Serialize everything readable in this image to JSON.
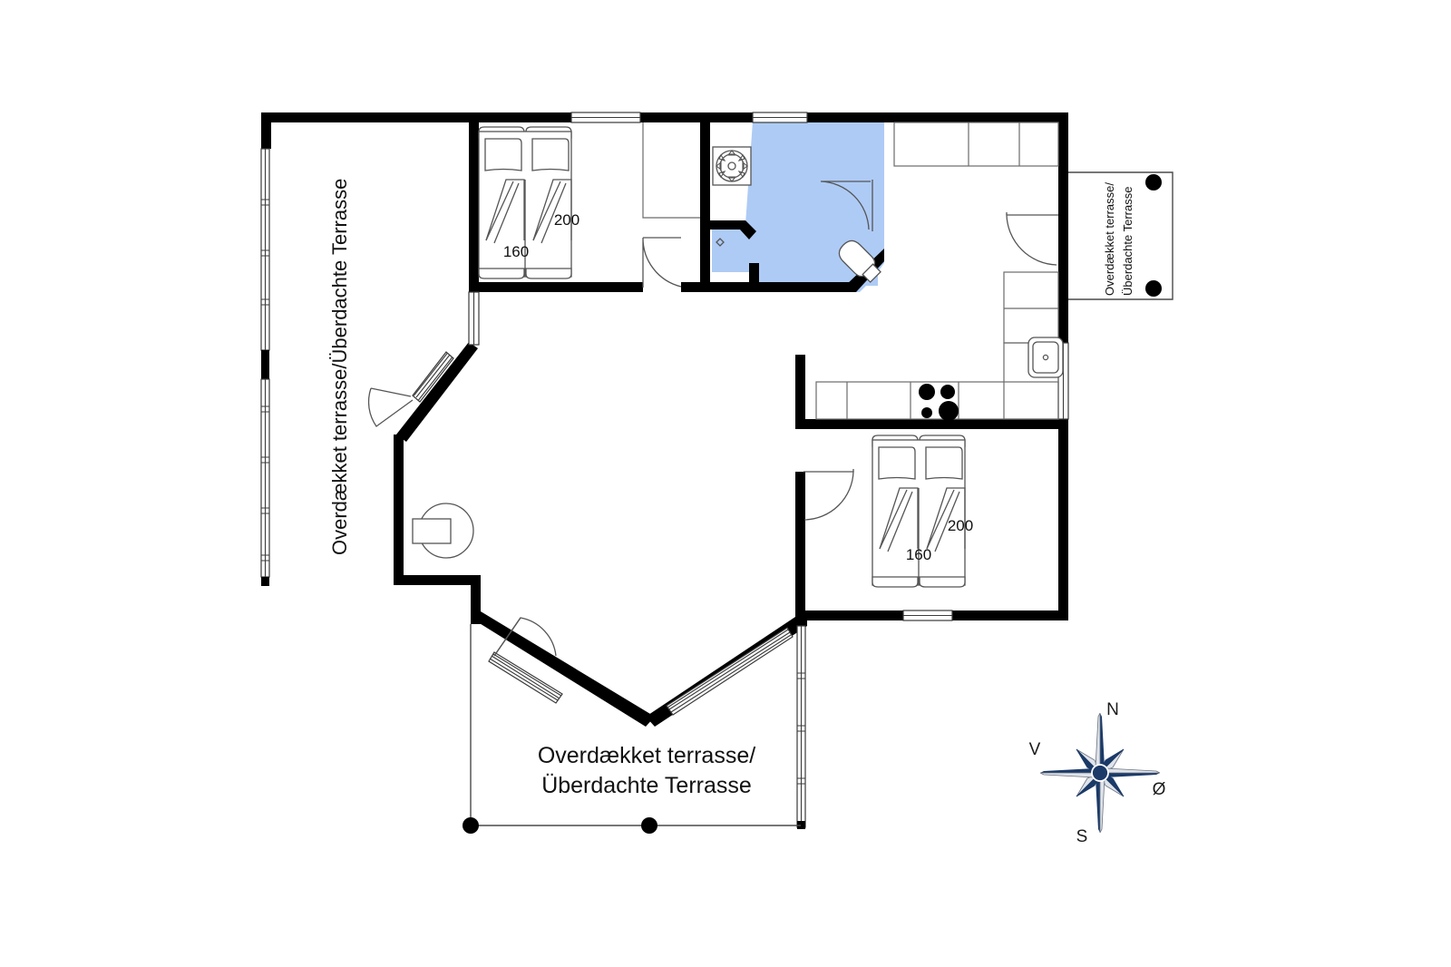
{
  "document": {
    "type": "floor-plan",
    "title": "Holiday house floor plan",
    "background_color": "#ffffff",
    "line_color": "#000000",
    "highlight_color": "#aecbf5"
  },
  "labels": {
    "terrace_left": "Overdækket terrasse/Überdachte Terrasse",
    "terrace_bottom_line1": "Overdækket terrasse/",
    "terrace_bottom_line2": "Überdachte Terrasse",
    "terrace_right_line1": "Overdækket terrasse/",
    "terrace_right_line2": "Überdachte Terrasse"
  },
  "bedrooms": [
    {
      "name": "bedroom-top-left",
      "bed_width_label": "160",
      "bed_length_label": "200"
    },
    {
      "name": "bedroom-bottom-right",
      "bed_width_label": "160",
      "bed_length_label": "200"
    }
  ],
  "compass": {
    "north": "N",
    "south": "S",
    "west": "V",
    "east": "Ø",
    "color": "#1b3a68"
  },
  "rooms": {
    "bathroom": {
      "name": "bathroom",
      "fill": "#aecbf5",
      "fixtures": [
        "washing-machine",
        "toilet",
        "floor-drain",
        "shower-door"
      ]
    },
    "kitchen": {
      "name": "kitchen",
      "fixtures": [
        "sink",
        "cooktop",
        "upper-cabinets",
        "counter"
      ]
    },
    "living": {
      "name": "living-room",
      "fixtures": [
        "wood-stove"
      ]
    }
  }
}
